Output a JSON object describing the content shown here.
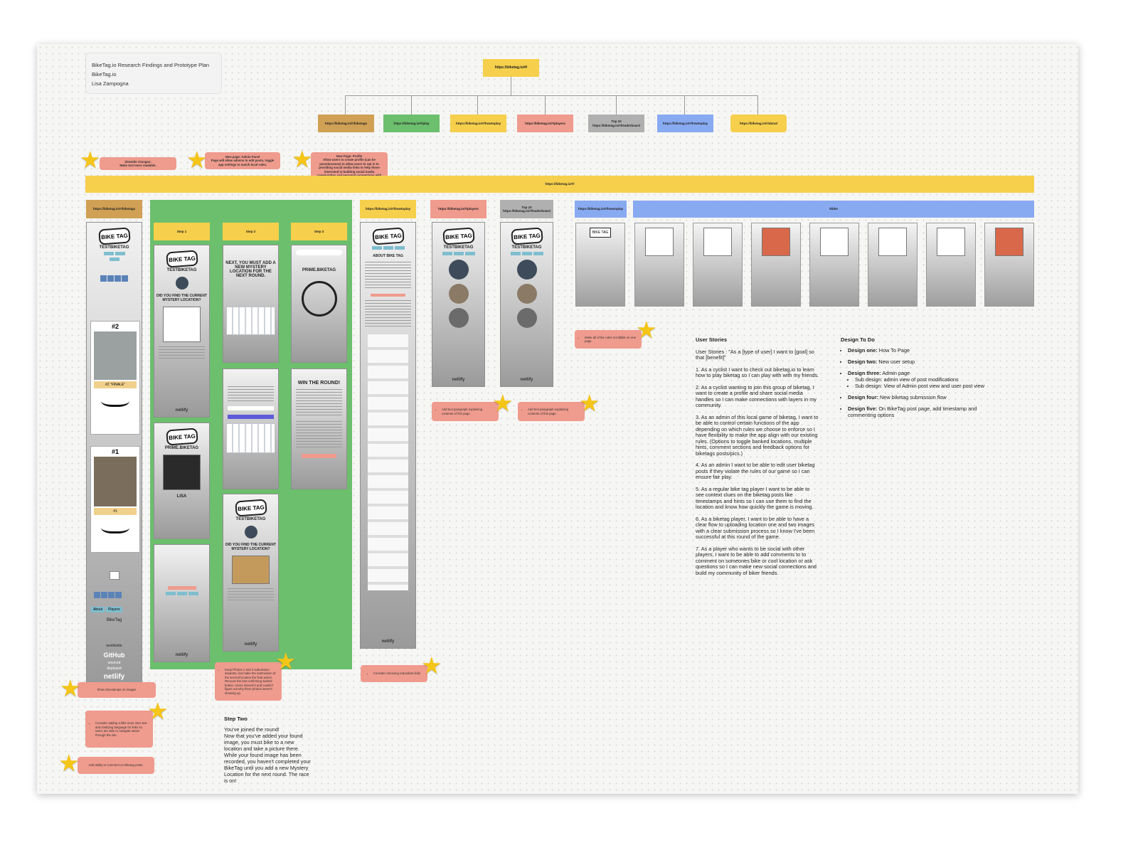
{
  "header": {
    "title_line1": "BikeTag.io Research Findings and Prototype Plan",
    "title_line2": "BikeTag.io",
    "author": "Lisa Zampogna"
  },
  "sitemap": {
    "root": "https://biketag.io/#/",
    "children": [
      {
        "label": "https://biketag.io/#/biketags",
        "color": "#d0a055"
      },
      {
        "label": "https://biketag.io/#/play",
        "color": "#6cbf6d"
      },
      {
        "label": "https://biketag.io/#/howtoplay",
        "color": "#f6cf4c"
      },
      {
        "label": "https://biketag.io/#/players",
        "color": "#ef9b8d"
      },
      {
        "label": "Top 10\nhttps://biketag.io/#/leaderboard",
        "color": "#b0b0b0"
      },
      {
        "label": "https://biketag.io/#/howtoplay",
        "color": "#88aaf1"
      },
      {
        "label": "https://biketag.io/#/about",
        "color": "#f6cf4c"
      }
    ]
  },
  "notes_top": {
    "sitewide": "Sitewide changes:\nMake text more readable.",
    "admin_panel": "New page: Admin Panel\nPage will allow admins to edit posts, toggle app settings to match local rules.",
    "profile": "New Page: Profile\nAllow users to create profile (can be pseudonames) to allow users to opt in to providing social media links to help those interested in building social media communities and personal connections with other players."
  },
  "main_bar": "https://biketag.io/#/",
  "columns": {
    "biketags": "https://biketag.io/#/biketags",
    "step1": "Step 1",
    "step2": "Step 2",
    "step3": "Step 3",
    "howtoplay": "https://biketag.io/#/howtoplay",
    "players": "https://biketag.io/#/players",
    "leaderboard": "Top 10\nhttps://biketag.io/#/leaderboard",
    "howtoplay2": "https://biketag.io/#/howtoplay",
    "slider": "Slider"
  },
  "phone_texts": {
    "testbiketag": "TESTBIKETAG",
    "biketag": "BIKE TAG",
    "prime": "PRIME.BIKETAG",
    "tag2": "#2",
    "tag1": "#1",
    "finale": "#2 \"FINALE\"",
    "tag1_caption": "#1",
    "lisa": "LISA",
    "win": "WIN THE ROUND!",
    "mystery": "DID YOU FIND THE CURRENT MYSTERY LOCATION?",
    "next_round": "NEXT, YOU MUST ADD A NEW MYSTERY LOCATION FOR THE NEXT ROUND.",
    "github": "GitHub",
    "netlify": "netlify",
    "worldwide": "worldwide",
    "sourced": "sourced",
    "deployed": "deployed",
    "about": "About",
    "players_tab": "Players",
    "footer_biketag": "BikeTag",
    "about_tag": "ABOUT BIKE TAG"
  },
  "notes_bottom": {
    "timestamps": "Show timestamps on images",
    "intro_text": "Consider adding a little more intro text and clarifying language for links so users are able to navigate easier through the site.",
    "comment": "Add ability to comment on biketag posts.",
    "photos": "Keep Photos 1 and 2 submission separate, but make the submission of the second location the final action.\nRemove the last confirming Submit button. Users missed it and couldn't figure out why there photos weren't showing up.",
    "redundant": "Consider removing redundant links",
    "players_para": "Add text paragraph explaining contents of this page.",
    "leader_para": "Add text paragraph explaining contents of this page.",
    "scrollable": "Make all of the rules scrollable on one page."
  },
  "step_two": {
    "heading": "Step Two",
    "body": "You've joined the round!\nNow that you've added your found image, you must bike to a new location and take a picture there. While your found image has been recorded, you haven't completed your BikeTag until you add a new Mystery Location for the next round. The race is on!"
  },
  "user_stories": {
    "heading": "User Stories",
    "intro": "User Stories : \"As a [type of user] I want to [goal] so that [benefit]\"",
    "items": [
      "1. As a cyclist I want to check out biketag.io to learn how to play biketag so I can play with with my friends.",
      "2. As a cyclist wanting to join this group of biketag, I want to create a profile and share social media handles so I can make connections with layers in my community.",
      "3. As an admin of this local game of biketag, I want to be able to control certain functions of the app depending on which rules we choose to enforce so I have flexibility to make the app align with our existing rules.  (Options to toggle banked locations, multiple hints, comment sections and feedback options for biketags posts/pics.)",
      "4. As an admin I want to be able to edit user biketag posts if they violate the rules of our game so I can ensure fair play.",
      "5. As a regular bike tag player I want to be able to see context clues on the biketag posts like timestamps and hints so I can use them to find the location and know how quickly the game is moving.",
      "6. As a biketag player, I want to be able to have a clear flow to uploading location one and two images with a clear submission process so I know I've been successful at this round of the game.",
      "7. As a player who wants to be social with other players, I want to be able to add comments to to comment on someones bike or cool location or ask questions so I can make new social connections and build my community of biker friends."
    ]
  },
  "design_todo": {
    "heading": "Design To Do",
    "items": [
      {
        "label": "Design one:",
        "text": " How To Page"
      },
      {
        "label": "Design two:",
        "text": " New user setup"
      },
      {
        "label": "Design three:",
        "text": " Admin page"
      },
      {
        "label": "Design four:",
        "text": " New biketag submission flow"
      },
      {
        "label": "Design five:",
        "text": " On BikeTag post page, add timestamp and commenting options"
      }
    ],
    "sub_items": [
      "Sub design: admin view of post modifications",
      "Sub design: View of Admin post view and user post view"
    ]
  }
}
